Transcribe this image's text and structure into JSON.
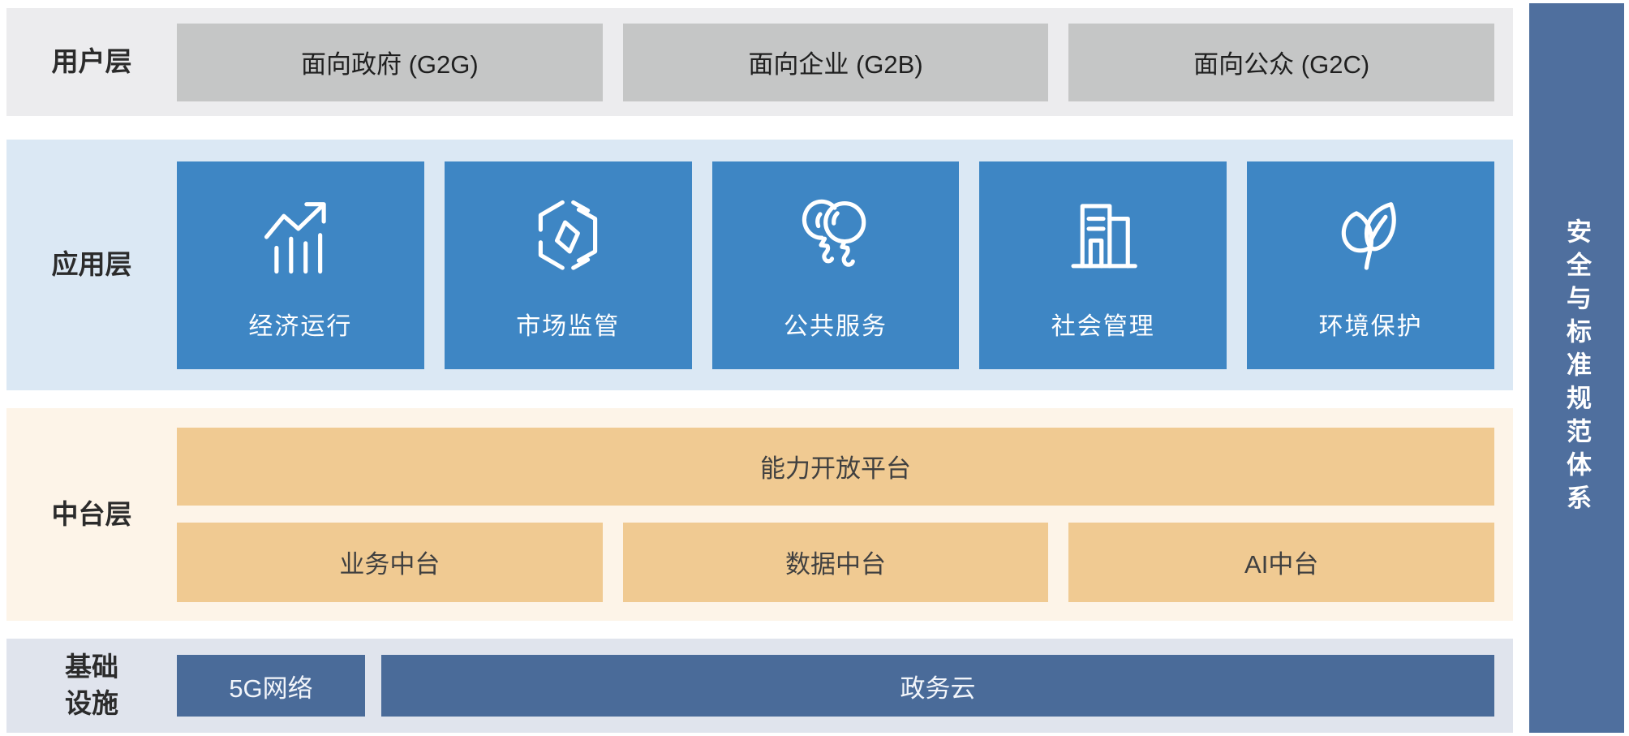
{
  "colors": {
    "user_row_bg": "#ececee",
    "user_box_bg": "#c5c6c6",
    "app_row_bg": "#dbe8f4",
    "app_box_bg": "#3e86c4",
    "mid_row_bg": "#fdf4e8",
    "mid_box_bg": "#f0ca92",
    "infra_row_bg": "#e0e4ed",
    "infra_box_bg": "#4a6b99",
    "sidebar_bg": "#4f6f9e",
    "dark_text": "#2b2b2b",
    "mid_text": "#404040"
  },
  "layers": {
    "user": {
      "label": "用户层",
      "items": [
        {
          "label": "面向政府 (G2G)"
        },
        {
          "label": "面向企业 (G2B)"
        },
        {
          "label": "面向公众 (G2C)"
        }
      ]
    },
    "app": {
      "label": "应用层",
      "items": [
        {
          "label": "经济运行",
          "icon": "trend-chart-icon"
        },
        {
          "label": "市场监管",
          "icon": "hexagon-box-icon"
        },
        {
          "label": "公共服务",
          "icon": "balloons-icon"
        },
        {
          "label": "社会管理",
          "icon": "buildings-icon"
        },
        {
          "label": "环境保护",
          "icon": "leaf-icon"
        }
      ]
    },
    "middle": {
      "label": "中台层",
      "platform_label": "能力开放平台",
      "items": [
        {
          "label": "业务中台"
        },
        {
          "label": "数据中台"
        },
        {
          "label": "AI中台"
        }
      ]
    },
    "infra": {
      "label": "基础设施",
      "items": [
        {
          "label": "5G网络"
        },
        {
          "label": "政务云"
        }
      ]
    }
  },
  "sidebar": {
    "label": "安全与标准规范体系"
  }
}
